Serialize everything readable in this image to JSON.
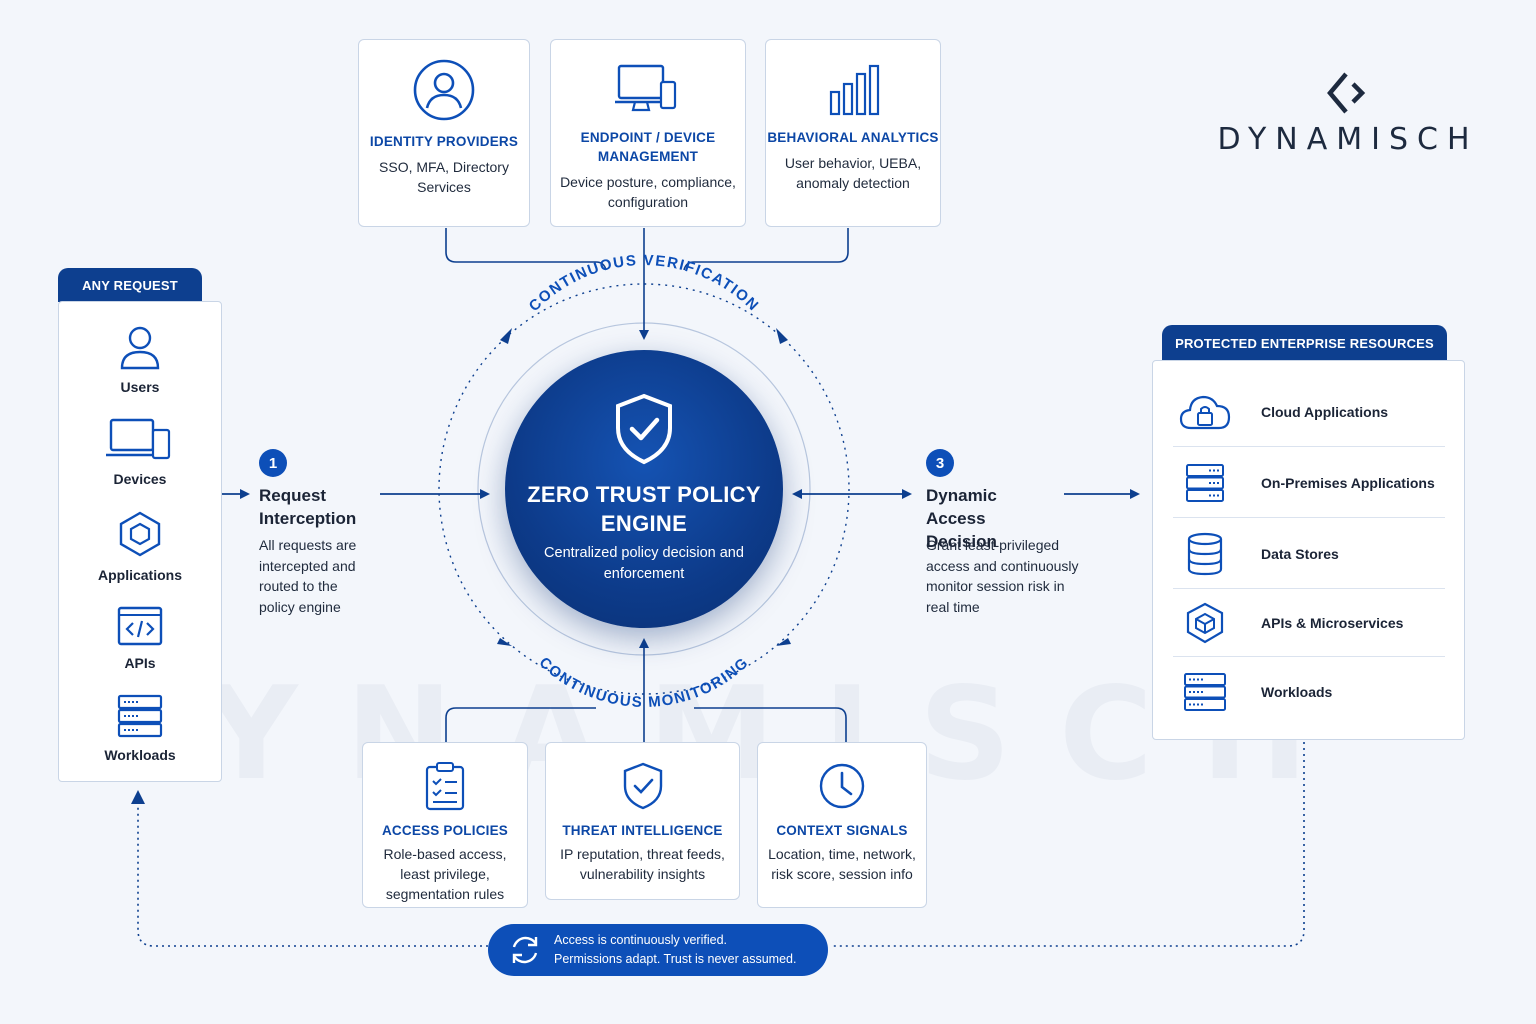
{
  "brand": {
    "name": "DYNAMISCH",
    "logo_icon": "diamond-chevrons-icon"
  },
  "colors": {
    "primary": "#0d4fb8",
    "navy": "#0d3f8f",
    "text": "#1b2436",
    "border": "#c9d5e6",
    "background": "#f3f6fb"
  },
  "top_cards": [
    {
      "icon": "user-circle-icon",
      "title": "IDENTITY PROVIDERS",
      "desc": "SSO, MFA, Directory Services"
    },
    {
      "icon": "monitor-device-icon",
      "title": "ENDPOINT / DEVICE MANAGEMENT",
      "desc": "Device posture, compliance, configuration"
    },
    {
      "icon": "bar-chart-icon",
      "title": "BEHAVIORAL ANALYTICS",
      "desc": "User behavior, UEBA, anomaly detection"
    }
  ],
  "bottom_cards": [
    {
      "icon": "clipboard-checklist-icon",
      "title": "ACCESS POLICIES",
      "desc": "Role-based access, least privilege, segmentation rules"
    },
    {
      "icon": "shield-check-icon",
      "title": "THREAT INTELLIGENCE",
      "desc": "IP reputation, threat feeds, vulnerability insights"
    },
    {
      "icon": "clock-icon",
      "title": "CONTEXT SIGNALS",
      "desc": "Location, time, network, risk score, session info"
    }
  ],
  "ring": {
    "top_label": "CONTINUOUS VERIFICATION",
    "bottom_label": "CONTINUOUS MONITORING"
  },
  "engine": {
    "title": "ZERO TRUST POLICY ENGINE",
    "desc": "Centralized policy decision and enforcement"
  },
  "left_panel": {
    "tab": "ANY REQUEST",
    "items": [
      {
        "icon": "user-icon",
        "label": "Users"
      },
      {
        "icon": "laptop-phone-icon",
        "label": "Devices"
      },
      {
        "icon": "cube-icon",
        "label": "Applications"
      },
      {
        "icon": "code-window-icon",
        "label": "APIs"
      },
      {
        "icon": "server-stack-icon",
        "label": "Workloads"
      }
    ]
  },
  "right_panel": {
    "tab": "PROTECTED ENTERPRISE RESOURCES",
    "items": [
      {
        "icon": "cloud-lock-icon",
        "label": "Cloud Applications"
      },
      {
        "icon": "server-icon",
        "label": "On-Premises Applications"
      },
      {
        "icon": "database-icon",
        "label": "Data Stores"
      },
      {
        "icon": "cube-icon",
        "label": "APIs & Microservices"
      },
      {
        "icon": "server-stack-icon",
        "label": "Workloads"
      }
    ]
  },
  "steps": [
    {
      "num": "1",
      "title": "Request Interception",
      "desc": "All requests are intercepted and routed to the policy engine"
    },
    {
      "num": "3",
      "title": "Dynamic Access Decision",
      "desc": "Grant least-privileged access and continuously monitor session risk in real time"
    }
  ],
  "footer": {
    "icon": "refresh-cycle-icon",
    "line1": "Access is continuously verified.",
    "line2": "Permissions adapt. Trust is never assumed."
  }
}
